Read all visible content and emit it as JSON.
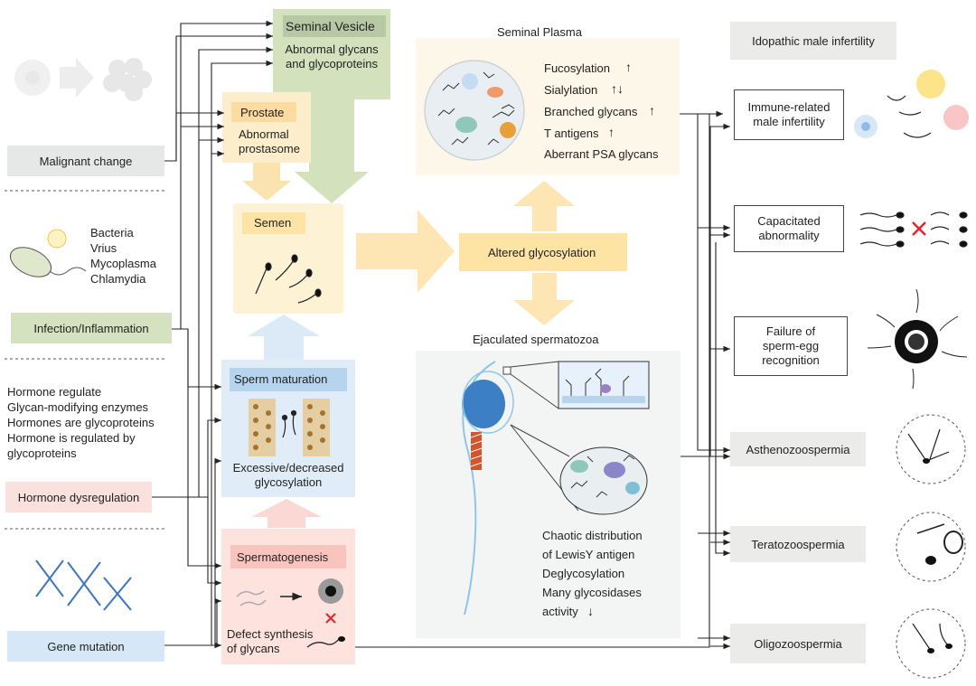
{
  "left": {
    "malignant": "Malignant change",
    "infection_list": [
      "Bacteria",
      "Vrius",
      "Mycoplasma",
      "Chlamydia"
    ],
    "infection": "Infection/Inflammation",
    "hormone_list": [
      "Hormone regulate",
      "Glycan-modifying enzymes",
      "Hormones are glycoproteins",
      "Hormone is regulated by",
      "glycoproteins"
    ],
    "hormone": "Hormone dysregulation",
    "gene": "Gene mutation"
  },
  "middle": {
    "seminal_vesicle": "Seminal Vesicle",
    "sv_text": [
      "Abnormal glycans",
      "and glycoproteins"
    ],
    "prostate": "Prostate",
    "prostate_text": [
      "Abnormal",
      "prostasome"
    ],
    "semen": "Semen",
    "sperm_maturation": "Sperm maturation",
    "maturation_text": [
      "Excessive/decreased",
      "glycosylation"
    ],
    "spermatogenesis": "Spermatogenesis",
    "spermatogenesis_text": [
      "Defect synthesis",
      "of glycans"
    ]
  },
  "center": {
    "seminal_plasma": "Seminal Plasma",
    "plasma_items": [
      "Fucosylation",
      "Sialylation",
      "Branched glycans",
      "T antigens",
      "Aberrant PSA glycans"
    ],
    "altered": "Altered glycosylation",
    "ejaculated": "Ejaculated spermatozoa",
    "sperm_text": [
      "Chaotic distribution",
      "of LewisY antigen",
      "Deglycosylation",
      "Many glycosidases",
      "activity"
    ]
  },
  "right": {
    "idiopathic": "Idopathic male infertility",
    "immune": [
      "Immune-related",
      "male infertility"
    ],
    "capacitated": [
      "Capacitated",
      "abnormality"
    ],
    "failure": [
      "Failure of",
      "sperm-egg",
      "recognition"
    ],
    "astheno": "Asthenozoospermia",
    "terato": "Teratozoospermia",
    "oligo": "Oligozoospermia"
  },
  "colors": {
    "gray_box": "#e6e7e6",
    "green": "#d4e2bf",
    "red_pink": "#fbe1de",
    "blue": "#dbe9f6",
    "yellow": "#fdf2d5",
    "arrow_yellow": "#fbe6b4",
    "accent_red": "#e8232a"
  }
}
